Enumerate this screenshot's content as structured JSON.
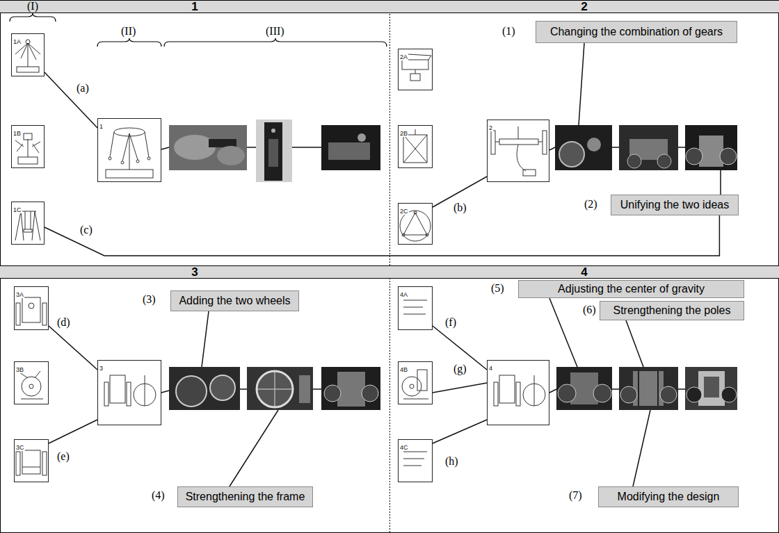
{
  "diagram": {
    "nodes": [
      {
        "text": [
          "1"
        ]
      },
      {
        "text": [
          "1A"
        ],
        "in": 0
      },
      {
        "text": [
          "1B"
        ],
        "in": 0
      },
      {
        "text": [
          "1C"
        ],
        "in": 0
      },
      {
        "text": [
          "1"
        ],
        "in": 0
      },
      {
        "text": [
          "2"
        ]
      },
      {
        "text": [
          "Changing the combination of gears"
        ],
        "in": 5
      },
      {
        "text": [
          "2A"
        ],
        "in": 5
      },
      {
        "text": [
          "2B"
        ],
        "in": 5
      },
      {
        "text": [
          "2C"
        ],
        "in": 5
      },
      {
        "text": [
          "2"
        ],
        "in": 5
      },
      {
        "text": [
          "Unifying the two ideas"
        ],
        "in": 5
      },
      {
        "text": [
          "3"
        ]
      },
      {
        "text": [
          "Adding the two wheels"
        ],
        "in": 12
      },
      {
        "text": [
          "3A"
        ],
        "in": 12
      },
      {
        "text": [
          "3B"
        ],
        "in": 12
      },
      {
        "text": [
          "3C"
        ],
        "in": 12
      },
      {
        "text": [
          "3"
        ],
        "in": 12
      },
      {
        "text": [
          "Strengthening the frame"
        ],
        "in": 12
      },
      {
        "text": [
          "4"
        ]
      },
      {
        "text": [
          "Adjusting the center of gravity"
        ],
        "in": 19
      },
      {
        "text": [
          "Strengthening the poles"
        ],
        "in": 19
      },
      {
        "text": [
          "4A"
        ],
        "in": 19
      },
      {
        "text": [
          "4B"
        ],
        "in": 19
      },
      {
        "text": [
          "4C"
        ],
        "in": 19
      },
      {
        "text": [
          "4"
        ],
        "in": 19
      },
      {
        "text": [
          "Modifying the design"
        ],
        "in": 19
      }
    ],
    "edges": [
      {
        "from": 1,
        "to": 4,
        "arrow": "none"
      },
      {
        "from": 3,
        "to": 11,
        "arrow": "none"
      },
      {
        "from": 9,
        "to": 10,
        "arrow": "none"
      },
      {
        "from": 14,
        "to": 17,
        "arrow": "none"
      },
      {
        "from": 16,
        "to": 17,
        "arrow": "none"
      },
      {
        "from": 22,
        "to": 25,
        "arrow": "none"
      },
      {
        "from": 23,
        "to": 25,
        "arrow": "none"
      },
      {
        "from": 24,
        "to": 25,
        "arrow": "none"
      }
    ],
    "labels": [
      "(I)",
      "(II)",
      "(III)",
      "(a)",
      "(c)",
      "(1)",
      "(b)",
      "(2)",
      "(3)",
      "(d)",
      "(e)",
      "(4)",
      "(5)",
      "(f)",
      "(6)",
      "(g)",
      "(h)",
      "(7)"
    ]
  }
}
